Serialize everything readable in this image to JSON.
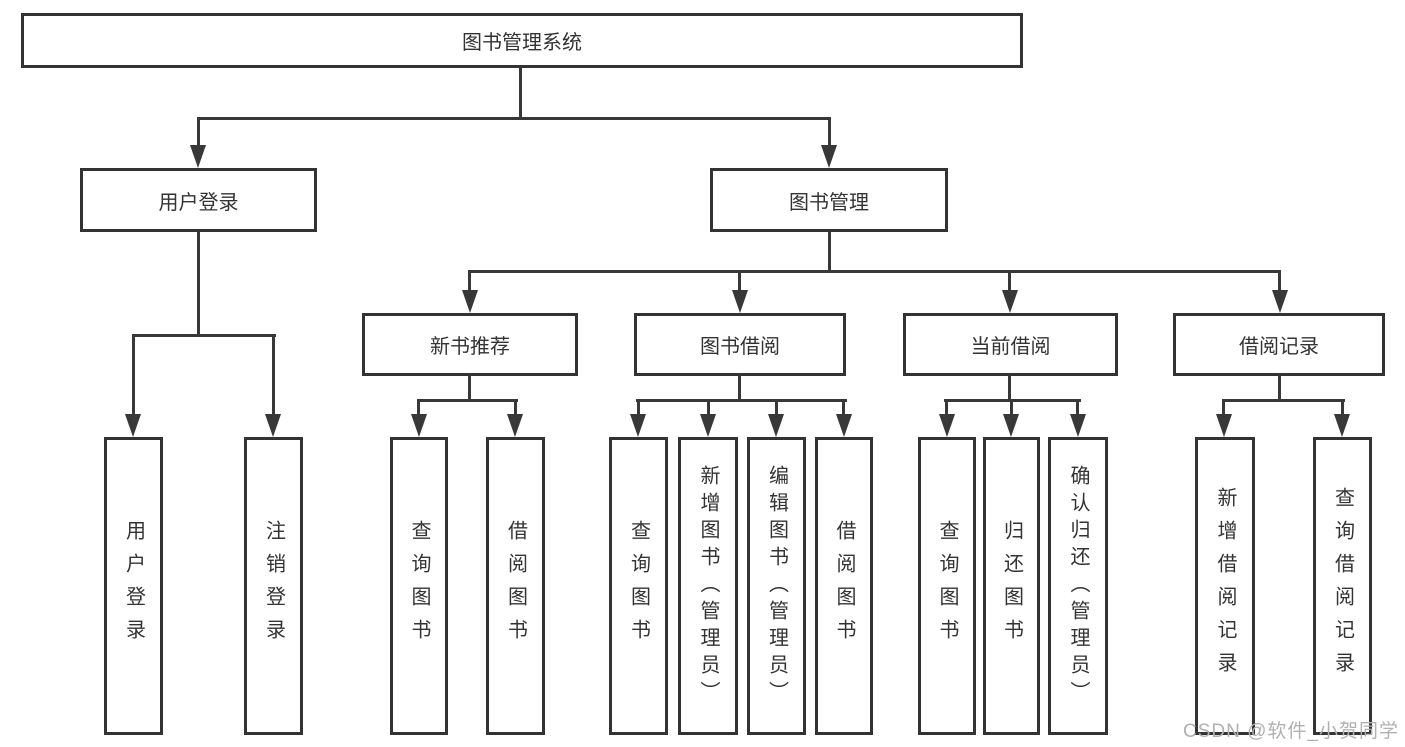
{
  "diagram": {
    "root": {
      "label": "图书管理系统"
    },
    "level2": [
      {
        "label": "用户登录"
      },
      {
        "label": "图书管理"
      }
    ],
    "level3": [
      {
        "label": "新书推荐"
      },
      {
        "label": "图书借阅"
      },
      {
        "label": "当前借阅"
      },
      {
        "label": "借阅记录"
      }
    ],
    "leaves": {
      "user_login": [
        {
          "label": "用户登录"
        },
        {
          "label": "注销登录"
        }
      ],
      "new_book": [
        {
          "label": "查询图书"
        },
        {
          "label": "借阅图书"
        }
      ],
      "book_borrow": [
        {
          "label": "查询图书"
        },
        {
          "label": "新增图书（管理员）"
        },
        {
          "label": "编辑图书（管理员）"
        },
        {
          "label": "借阅图书"
        }
      ],
      "current_borrow": [
        {
          "label": "查询图书"
        },
        {
          "label": "归还图书"
        },
        {
          "label": "确认归还（管理员）"
        }
      ],
      "borrow_records": [
        {
          "label": "新增借阅记录"
        },
        {
          "label": "查询借阅记录"
        }
      ]
    },
    "watermark": "CSDN @软件_小贺同学",
    "colors": {
      "line": "#383838",
      "border": "#333333",
      "text": "#333333",
      "watermark": "#b2b0b0"
    }
  }
}
